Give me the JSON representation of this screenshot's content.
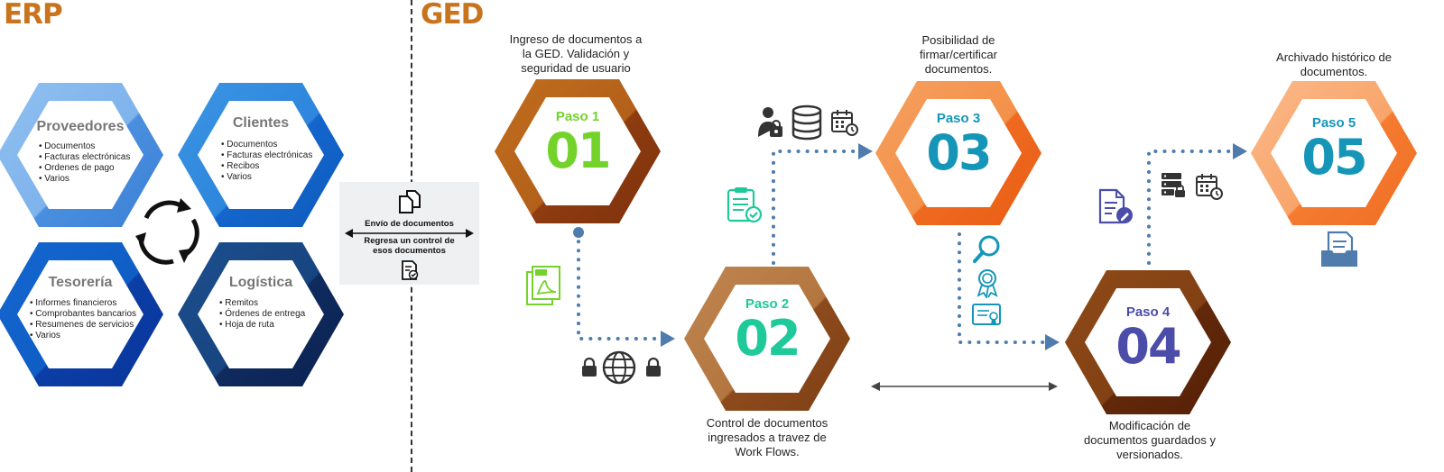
{
  "erp": {
    "title": "ERP",
    "modules": [
      {
        "name": "Proveedores",
        "items": [
          "Documentos",
          "Facturas electrónicas",
          "Ordenes de pago",
          "Varios"
        ]
      },
      {
        "name": "Clientes",
        "items": [
          "Documentos",
          "Facturas electrónicas",
          "Recibos",
          "Varios"
        ]
      },
      {
        "name": "Tesorería",
        "items": [
          "Informes financieros",
          "Comprobantes bancarios",
          "Resumenes de servicios",
          "Varios"
        ]
      },
      {
        "name": "Logística",
        "items": [
          "Remitos",
          "Órdenes de entrega",
          "Hoja de ruta"
        ]
      }
    ]
  },
  "exchange": {
    "send": "Envío de documentos",
    "return_line1": "Regresa un control de",
    "return_line2": "esos documentos"
  },
  "ged": {
    "title": "GED",
    "steps": [
      {
        "label": "Paso 1",
        "number": "01",
        "caption": [
          "Ingreso de documentos a",
          "la GED. Validación y",
          "seguridad de usuario"
        ]
      },
      {
        "label": "Paso 2",
        "number": "02",
        "caption": [
          "Control de documentos",
          "ingresados a travez de",
          "Work Flows."
        ]
      },
      {
        "label": "Paso 3",
        "number": "03",
        "caption": [
          "Posibilidad de",
          "firmar/certificar",
          "documentos."
        ]
      },
      {
        "label": "Paso 4",
        "number": "04",
        "caption": [
          "Modificación de",
          "documentos guardados y",
          "versionados."
        ]
      },
      {
        "label": "Paso 5",
        "number": "05",
        "caption": [
          "Archivado histórico de",
          "documentos."
        ]
      }
    ]
  },
  "colors": {
    "erp_title": "#c9731d",
    "paso1_text": "#73d32b",
    "paso2_text": "#1ec99a",
    "paso3_text": "#1596b9",
    "paso4_text": "#4b4da8",
    "paso5_text": "#1596b9",
    "connector": "#4f7cad"
  },
  "icons": [
    "copy-documents-icon",
    "document-check-icon",
    "pdf-file-icon",
    "globe-icon",
    "lock-icon",
    "user-lock-icon",
    "database-icon",
    "calendar-clock-icon",
    "clipboard-check-icon",
    "search-icon",
    "award-icon",
    "certificate-icon",
    "edit-document-icon",
    "server-lock-icon",
    "archive-tray-icon",
    "refresh-cycle-icon"
  ]
}
